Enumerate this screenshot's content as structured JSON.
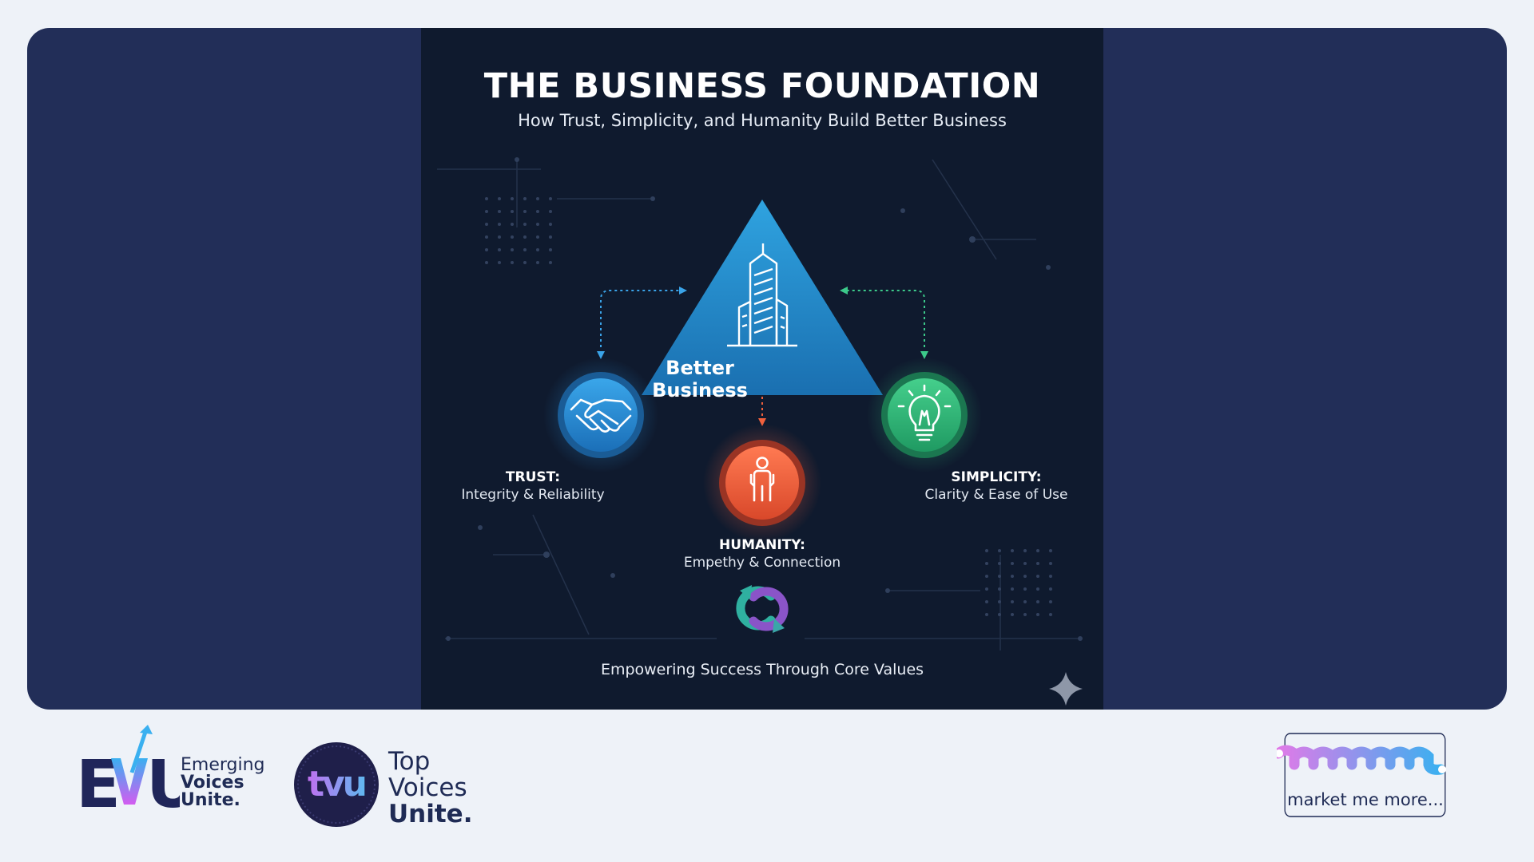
{
  "poster": {
    "title": "THE BUSINESS FOUNDATION",
    "subtitle": "How Trust, Simplicity, and Humanity Build Better Business",
    "center_label": "Better Business",
    "nodes": [
      {
        "heading": "TRUST:",
        "detail": "Integrity & Reliability",
        "icon": "handshake-icon",
        "color": "#2a8fd6"
      },
      {
        "heading": "SIMPLICITY:",
        "detail": "Clarity & Ease of Use",
        "icon": "lightbulb-icon",
        "color": "#2fb877"
      },
      {
        "heading": "HUMANITY:",
        "detail": "Empethy & Connection",
        "icon": "person-icon",
        "color": "#f0603c"
      }
    ],
    "footer": "Empowering Success Through Core Values",
    "center_icon": "building-icon",
    "cycle_icon": "cycle-arrows-icon",
    "corner_icon": "sparkle-icon"
  },
  "logos": {
    "evu": {
      "mark": "EVU",
      "line1": "Emerging",
      "line2": "Voices",
      "line3": "Unite."
    },
    "tvu": {
      "mark": "tvu",
      "line1": "Top",
      "line2": "Voices",
      "line3": "Unite."
    },
    "mmm": {
      "mark": "mmm",
      "caption": "market me more..."
    }
  },
  "colors": {
    "page_bg": "#eef2f8",
    "frame_bg": "#222e58",
    "poster_bg": "#0f1a2e",
    "trust": "#2a8fd6",
    "simplicity": "#2fb877",
    "humanity": "#f0603c",
    "triangle": "#1f8fd0"
  }
}
